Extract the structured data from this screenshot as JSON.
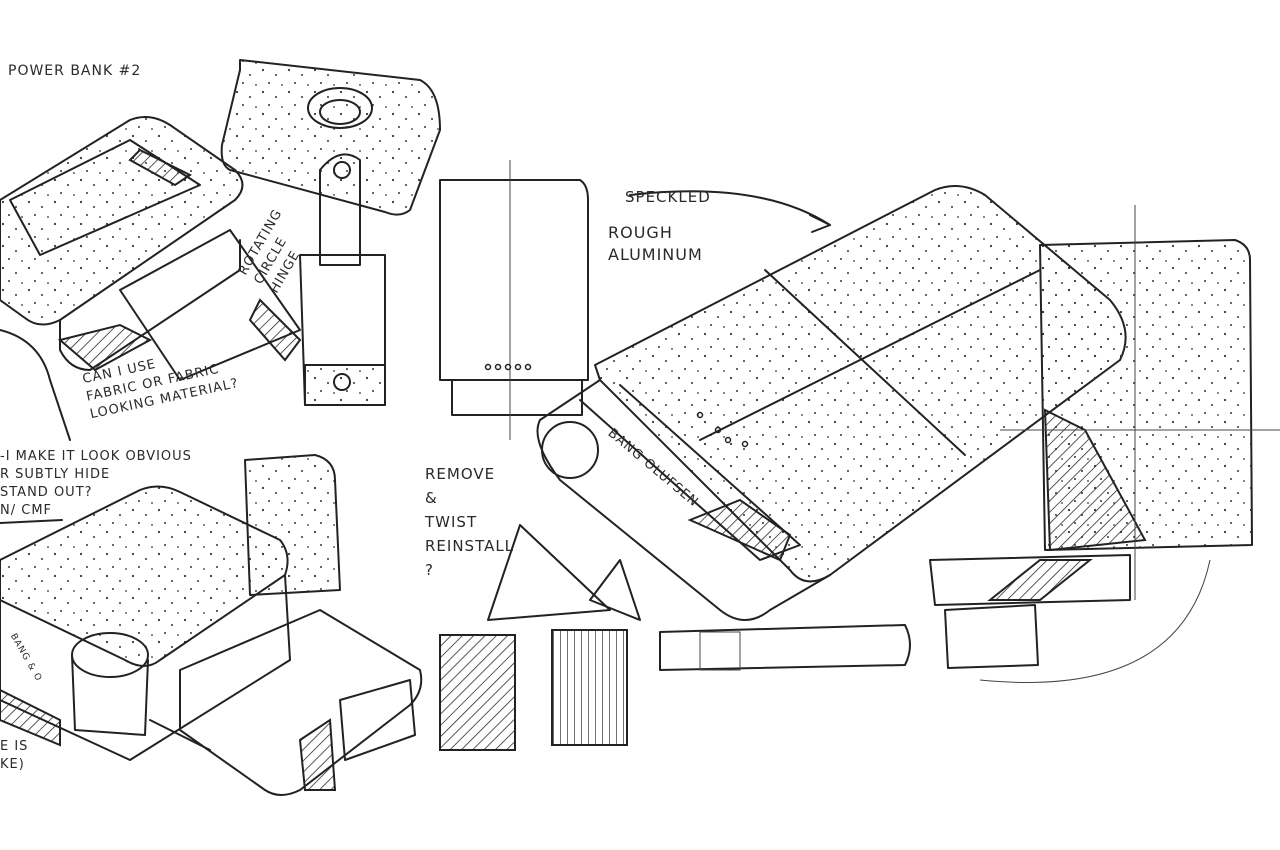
{
  "sketch": {
    "title": "POWER BANK #2",
    "notes": {
      "hinge": "ROTATING\nCIRCLE\nHINGE",
      "fabric": "CAN I USE\nFABRIC OR FABRIC\nLOOKING MATERIAL?",
      "obvious": "-I MAKE IT LOOK OBVIOUS\nR SUBTLY HIDE\nSTAND OUT?\nN/ CMF",
      "speckled": "SPECKLED",
      "aluminum": "ROUGH\nALUMINUM",
      "remove": "REMOVE\n&\nTWIST\nREINSTALL\n?",
      "brand": "BANG OLUFSEN",
      "brand_small": "BANG & O",
      "bottom_left": "E IS\nKE)"
    }
  }
}
